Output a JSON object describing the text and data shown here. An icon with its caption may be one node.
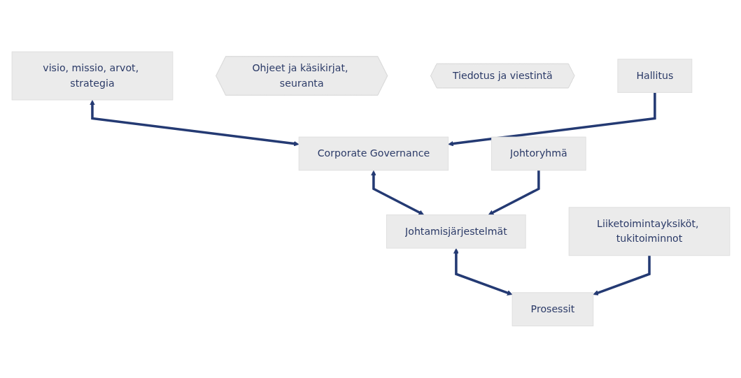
{
  "diagram": {
    "nodes": [
      {
        "text": [
          "visio, missio, arvot, strategia"
        ]
      },
      {
        "text": [
          "Ohjeet ja käsikirjat, seuranta"
        ]
      },
      {
        "text": [
          "Tiedotus ja viestintä"
        ]
      },
      {
        "text": [
          "Corporate Governance"
        ]
      },
      {
        "text": [
          "Johtamisjärjestelmät"
        ]
      },
      {
        "text": [
          "Prosessit"
        ]
      },
      {
        "text": [
          "Hallitus"
        ]
      },
      {
        "text": [
          "Johtoryhmä"
        ]
      },
      {
        "text": [
          "Liiketoimintayksiköt, tukitoiminnot"
        ]
      }
    ],
    "edges": [
      {
        "from": 0,
        "to": 3,
        "arrow": "both"
      },
      {
        "from": 3,
        "to": 4,
        "arrow": "both"
      },
      {
        "from": 4,
        "to": 5,
        "arrow": "both"
      },
      {
        "from": 6,
        "to": 3,
        "arrow": "to"
      },
      {
        "from": 7,
        "to": 4,
        "arrow": "to"
      },
      {
        "from": 8,
        "to": 5,
        "arrow": "to"
      }
    ]
  }
}
